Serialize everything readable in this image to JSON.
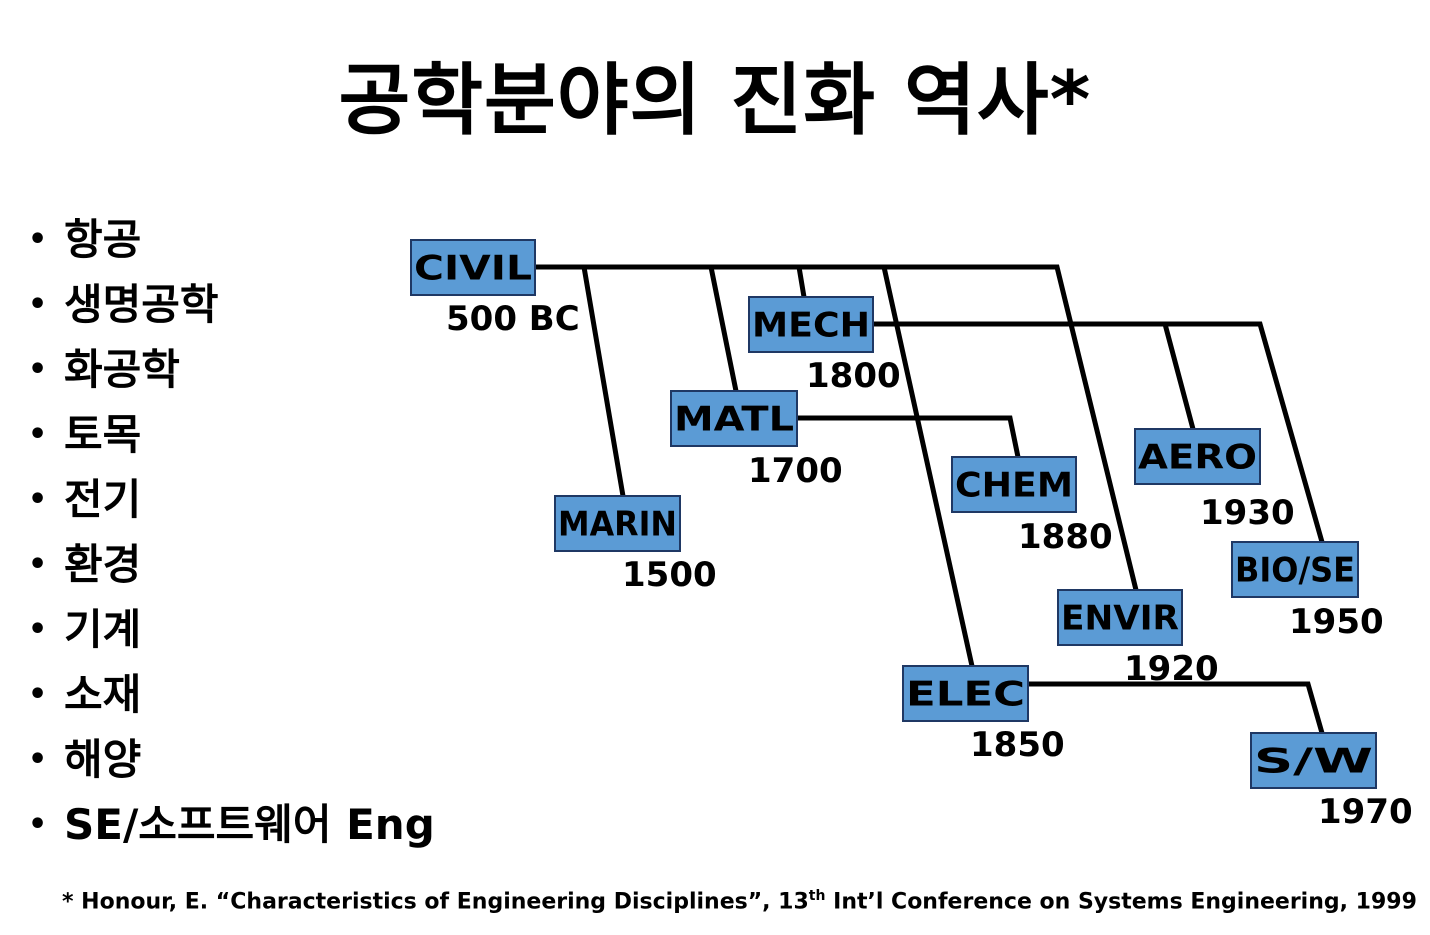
{
  "title": "공학분야의 진화 역사*",
  "fields": [
    "항공",
    "생명공학",
    "화공학",
    "토목",
    "전기",
    "환경",
    "기계",
    "소재",
    "해양",
    "SE/소프트웨어 Eng"
  ],
  "bullet": "•",
  "nodes": [
    {
      "id": "civil",
      "name": "CIVIL",
      "year": "500 BC"
    },
    {
      "id": "mech",
      "name": "MECH",
      "year": "1800"
    },
    {
      "id": "matl",
      "name": "MATL",
      "year": "1700"
    },
    {
      "id": "chem",
      "name": "CHEM",
      "year": "1880"
    },
    {
      "id": "aero",
      "name": "AERO",
      "year": "1930"
    },
    {
      "id": "marin",
      "name": "MARIN",
      "year": "1500"
    },
    {
      "id": "bio",
      "name": "BIO/SE",
      "year": "1950"
    },
    {
      "id": "envir",
      "name": "ENVIR",
      "year": "1920"
    },
    {
      "id": "elec",
      "name": "ELEC",
      "year": "1850"
    },
    {
      "id": "sw",
      "name": "S/W",
      "year": "1970"
    }
  ],
  "links": [
    [
      "civil",
      "marin"
    ],
    [
      "civil",
      "matl"
    ],
    [
      "civil",
      "mech"
    ],
    [
      "civil",
      "elec"
    ],
    [
      "civil",
      "envir"
    ],
    [
      "mech",
      "aero"
    ],
    [
      "mech",
      "bio"
    ],
    [
      "matl",
      "chem"
    ],
    [
      "elec",
      "sw"
    ]
  ],
  "colors": {
    "node_fill": "#5b9bd5",
    "node_border": "#1f3864",
    "line": "#000000"
  },
  "footnote": {
    "pre": "* Honour, E. “Characteristics of Engineering Disciplines”, 13",
    "sup": "th",
    "post": " Int’l Conference on Systems Engineering, 1999"
  }
}
